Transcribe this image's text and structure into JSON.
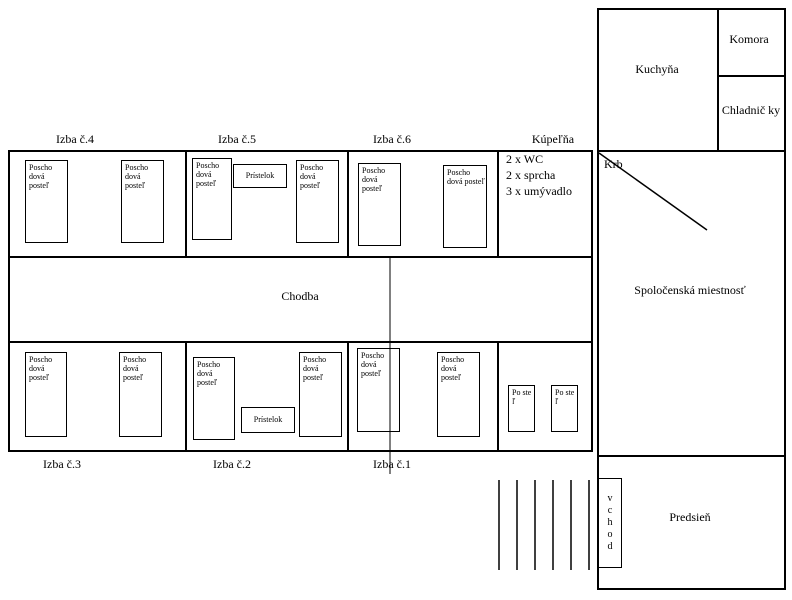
{
  "labels": {
    "izba4": "Izba č.4",
    "izba5": "Izba č.5",
    "izba6": "Izba č.6",
    "kupelna": "Kúpeľňa",
    "izba3": "Izba č.3",
    "izba2": "Izba č.2",
    "izba1": "Izba č.1",
    "chodba": "Chodba",
    "kuchyna": "Kuchyňa",
    "komora": "Komora",
    "chladnicky": "Chladnič ky",
    "krb": "Krb",
    "spolocenska": "Spoločenská miestnosť",
    "predsien": "Predsieň",
    "vchod": "vchod"
  },
  "bathroom": {
    "items": [
      "2 x WC",
      "2 x sprcha",
      "3 x umývadlo"
    ]
  },
  "furniture": {
    "bunk_bed": "Poscho dová posteľ",
    "extra_bed": "Prístelok",
    "bed": "Po ste ľ"
  },
  "colors": {
    "line": "#000000",
    "background": "#ffffff"
  }
}
